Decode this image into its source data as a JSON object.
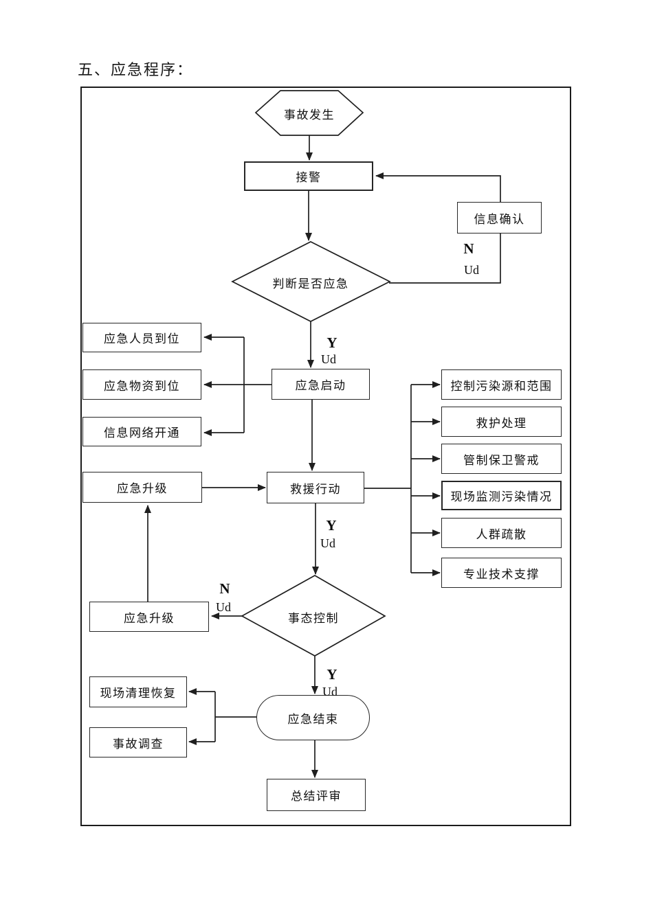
{
  "title": "五、应急程序：",
  "colors": {
    "line": "#1f1f1f",
    "text": "#111111",
    "background": "#ffffff"
  },
  "nodes": {
    "start": {
      "label": "事故发生",
      "shape": "hexagon"
    },
    "jiejing": {
      "label": "接警",
      "shape": "rect"
    },
    "xinxi": {
      "label": "信息确认",
      "shape": "rect"
    },
    "panduan": {
      "label": "判断是否应急",
      "shape": "diamond"
    },
    "renyuan": {
      "label": "应急人员到位",
      "shape": "rect"
    },
    "wuzi": {
      "label": "应急物资到位",
      "shape": "rect"
    },
    "wangluo": {
      "label": "信息网络开通",
      "shape": "rect"
    },
    "qidong": {
      "label": "应急启动",
      "shape": "rect"
    },
    "kongzhi": {
      "label": "控制污染源和范围",
      "shape": "rect"
    },
    "jiuhu": {
      "label": "救护处理",
      "shape": "rect"
    },
    "guanzhi": {
      "label": "管制保卫警戒",
      "shape": "rect"
    },
    "jiance": {
      "label": "现场监测污染情况",
      "shape": "rect"
    },
    "shusan": {
      "label": "人群疏散",
      "shape": "rect"
    },
    "zhicheng": {
      "label": "专业技术支撑",
      "shape": "rect"
    },
    "shengji1": {
      "label": "应急升级",
      "shape": "rect"
    },
    "jiuyuan": {
      "label": "救援行动",
      "shape": "rect"
    },
    "shengji2": {
      "label": "应急升级",
      "shape": "rect"
    },
    "shitai": {
      "label": "事态控制",
      "shape": "diamond"
    },
    "qingli": {
      "label": "现场清理恢复",
      "shape": "rect"
    },
    "diaocha": {
      "label": "事故调查",
      "shape": "rect"
    },
    "jieshu": {
      "label": "应急结束",
      "shape": "stadium"
    },
    "pingshen": {
      "label": "总结评审",
      "shape": "rect"
    }
  },
  "edge_labels": {
    "n1": {
      "letter": "N",
      "ud": "Ud"
    },
    "y1": {
      "letter": "Y",
      "ud": "Ud"
    },
    "y2": {
      "letter": "Y",
      "ud": "Ud"
    },
    "n2": {
      "letter": "N",
      "ud": "Ud"
    },
    "y3": {
      "letter": "Y",
      "ud": "Ud"
    }
  }
}
